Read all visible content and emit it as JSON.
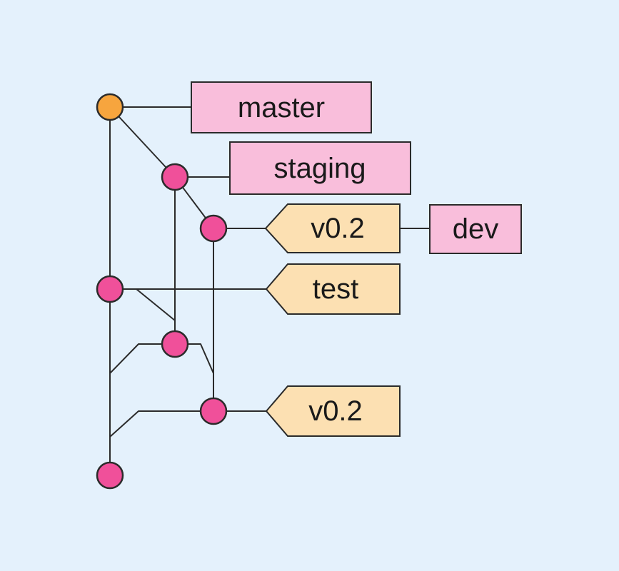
{
  "colors": {
    "background": "#e4f1fc",
    "line": "#2b2b2b",
    "text": "#1a1a1a",
    "commit-pink": "#f0509a",
    "commit-orange": "#f7a53e",
    "label-pink": "#f9bedb",
    "tag-peach": "#fce0b2"
  },
  "diagram": {
    "type": "git-graph",
    "orientation": "vertical",
    "branch_count": 3,
    "commit_count": 7,
    "labels": {
      "master": "master",
      "staging": "staging",
      "dev": "dev"
    },
    "tags": {
      "dev_tag": "v0.2",
      "test_tag": "test",
      "release_tag": "v0.2"
    }
  }
}
